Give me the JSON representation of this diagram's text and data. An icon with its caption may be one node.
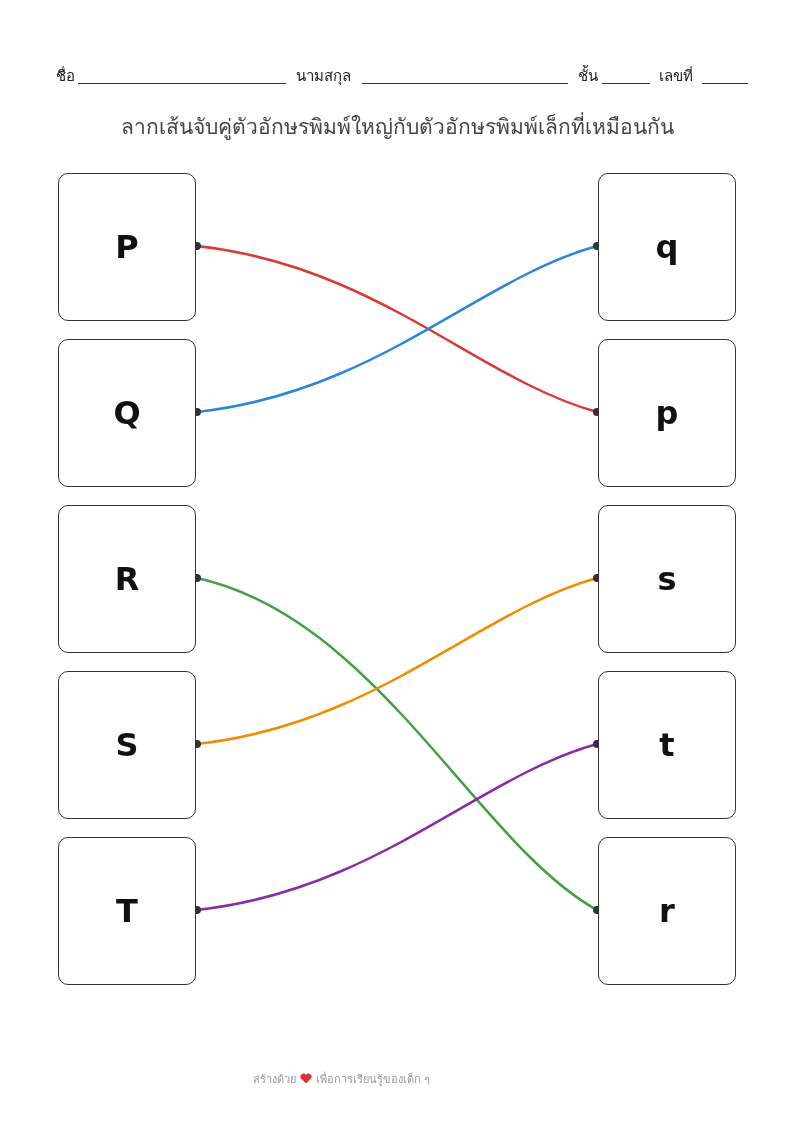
{
  "diagram": {
    "title": "ลากเส้นจับคู่ตัวอักษรพิมพ์ใหญ่กับตัวอักษรพิมพ์เล็กที่เหมือนกัน",
    "nodes": [
      {
        "text": [
          "P"
        ]
      },
      {
        "text": [
          "Q"
        ]
      },
      {
        "text": [
          "R"
        ]
      },
      {
        "text": [
          "S"
        ]
      },
      {
        "text": [
          "T"
        ]
      },
      {
        "text": [
          "q"
        ]
      },
      {
        "text": [
          "p"
        ]
      },
      {
        "text": [
          "s"
        ]
      },
      {
        "text": [
          "t"
        ]
      },
      {
        "text": [
          "r"
        ]
      }
    ],
    "edges": [
      {
        "from": 0,
        "to": 6,
        "arrow": "other",
        "color": "#d83b36"
      },
      {
        "from": 1,
        "to": 5,
        "arrow": "other",
        "color": "#2a86d8"
      },
      {
        "from": 2,
        "to": 9,
        "arrow": "other",
        "color": "#44a044"
      },
      {
        "from": 3,
        "to": 7,
        "arrow": "other",
        "color": "#f08c00"
      },
      {
        "from": 4,
        "to": 8,
        "arrow": "other",
        "color": "#8a2aa8"
      }
    ],
    "labels": [
      "ชื่อ",
      "นามสกุล",
      "ชั้น",
      "เลขที่",
      "สร้างด้วย",
      "เพื่อการเรียนรู้ของเด็ก ๆ"
    ]
  }
}
